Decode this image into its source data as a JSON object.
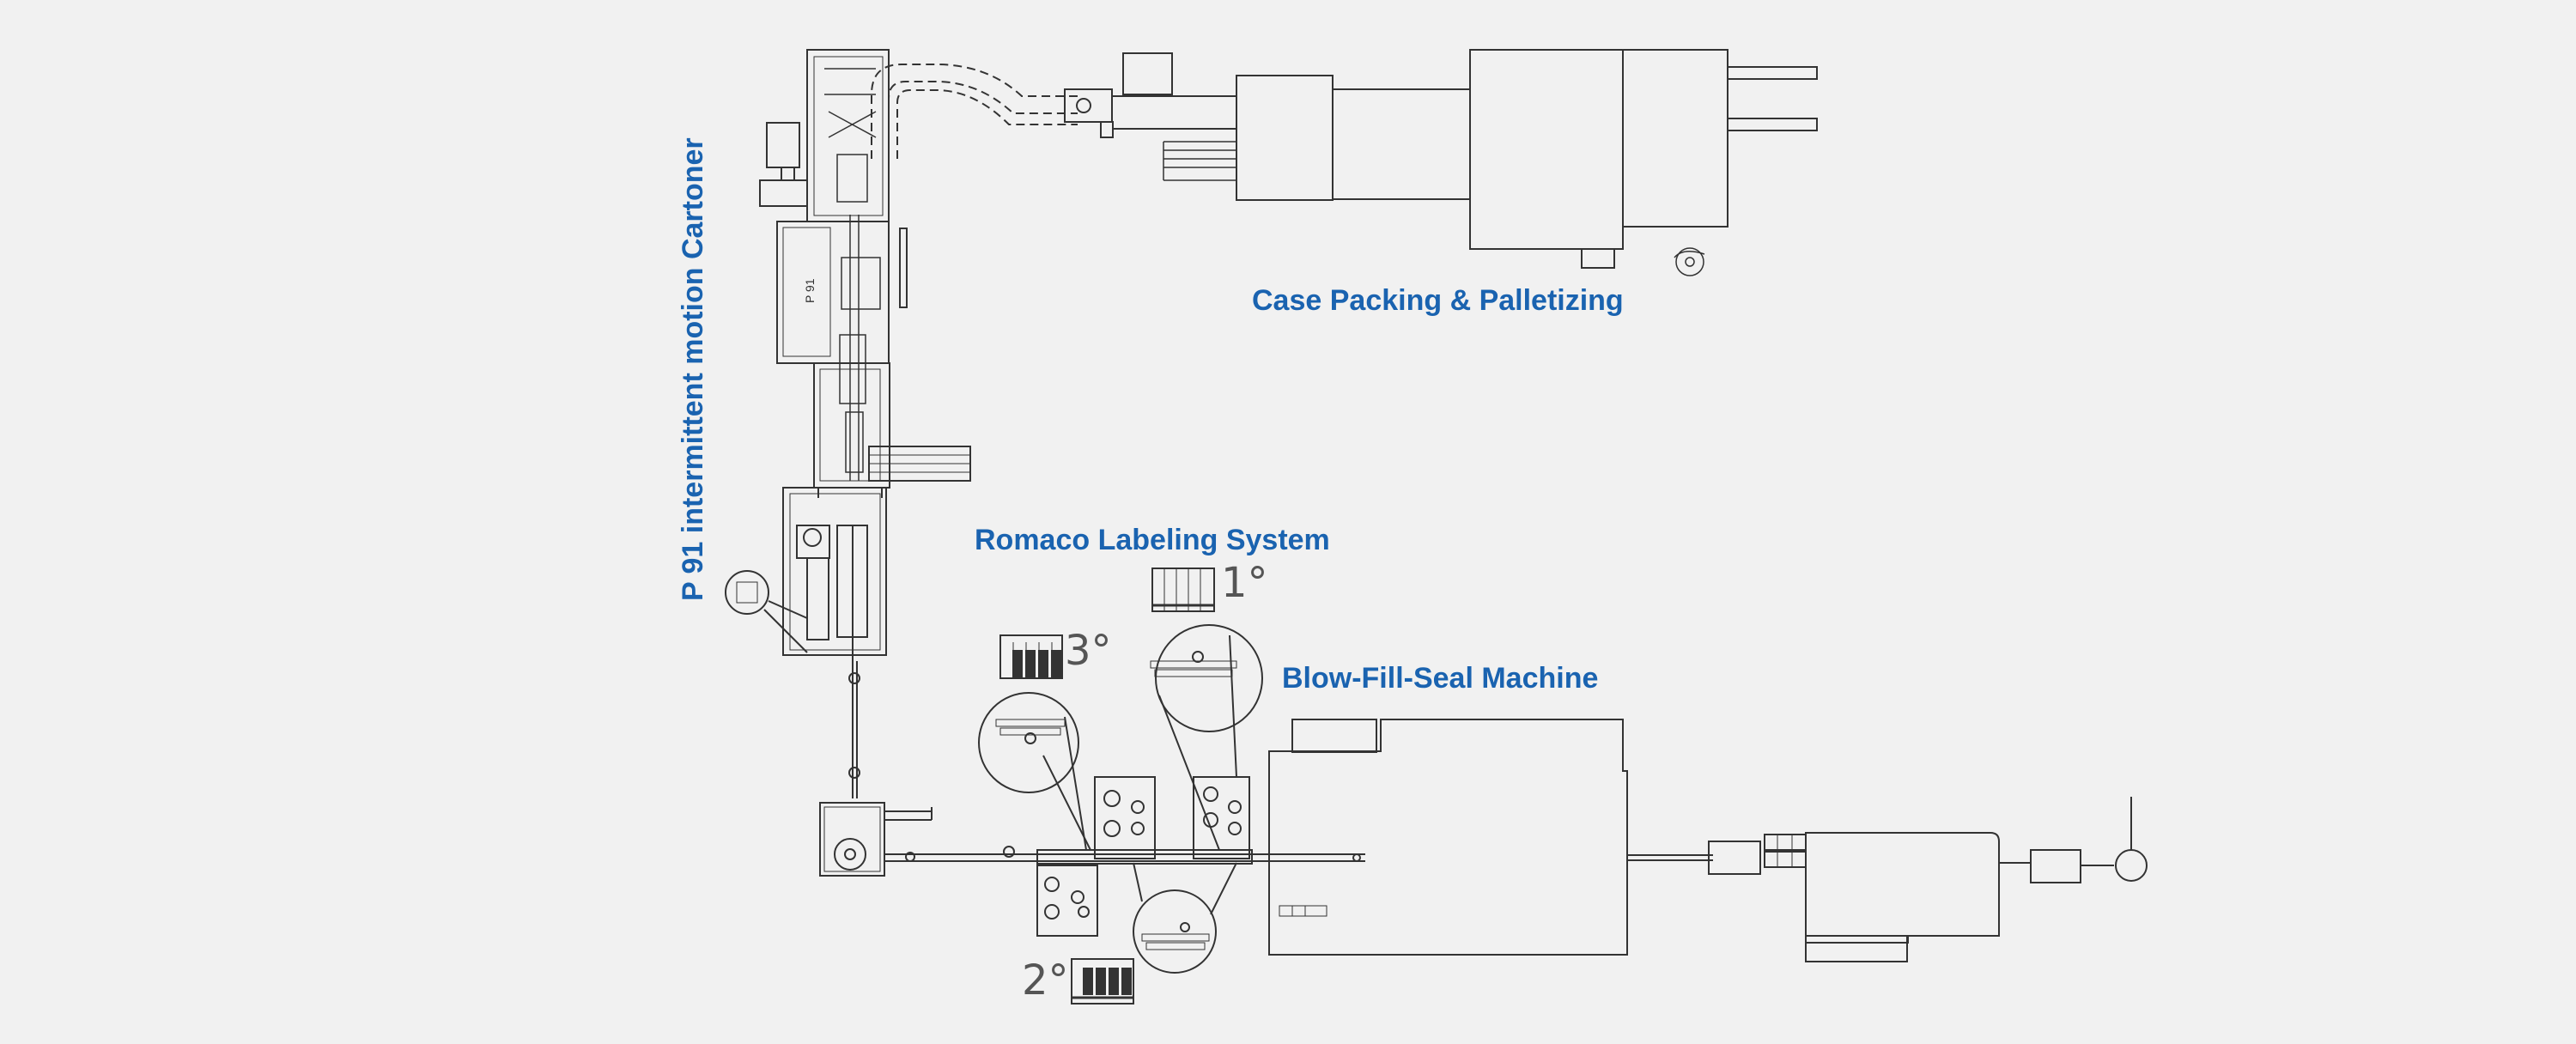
{
  "labels": {
    "cartoner": "P 91 intermittent motion Cartoner",
    "case_packing": "Case Packing & Palletizing",
    "labeling": "Romaco Labeling System",
    "bfs": "Blow-Fill-Seal Machine",
    "cartoner_panel": "P 91"
  },
  "station_numbers": {
    "first": "1°",
    "second": "2°",
    "third": "3°"
  },
  "colors": {
    "label": "#1a63b0",
    "line": "#333333",
    "background": "#f1f1f1"
  }
}
